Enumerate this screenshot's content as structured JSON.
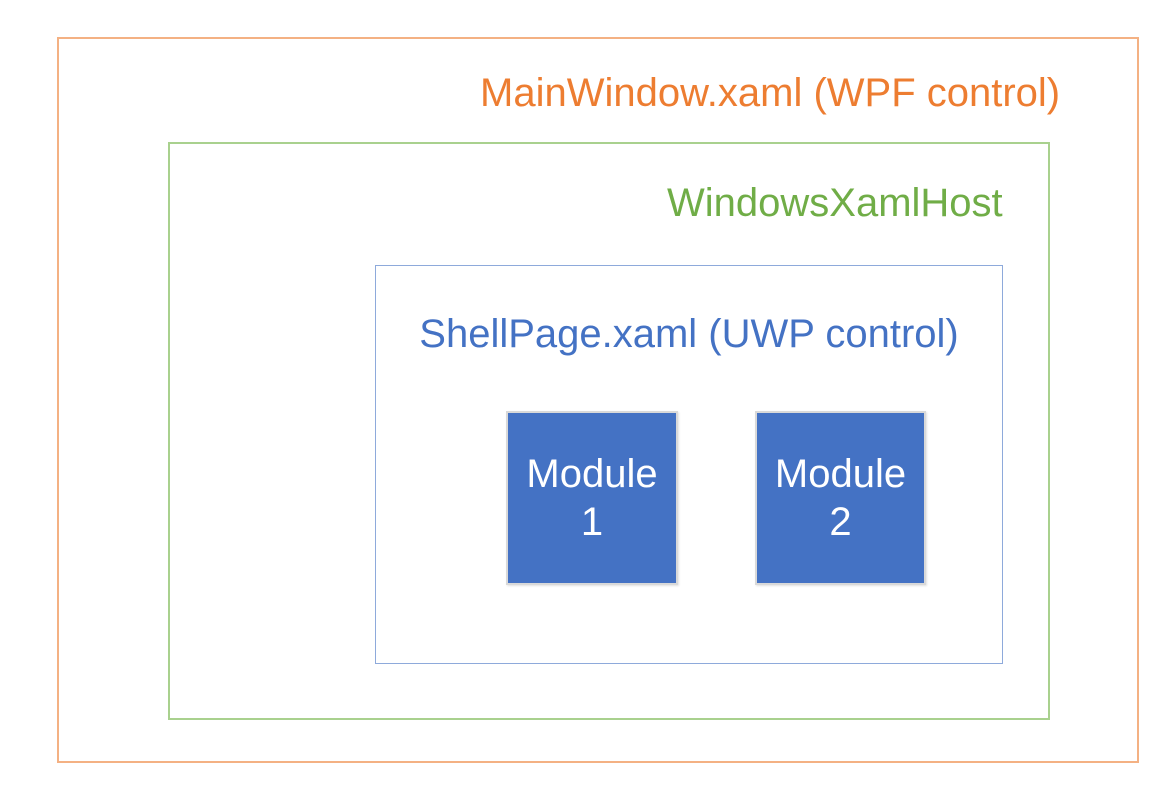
{
  "diagram": {
    "outer": {
      "label": "MainWindow.xaml (WPF control)"
    },
    "host": {
      "label": "WindowsXamlHost"
    },
    "shell": {
      "label": "ShellPage.xaml (UWP control)"
    },
    "modules": [
      {
        "lines": [
          "Module",
          "1"
        ]
      },
      {
        "lines": [
          "Module",
          "2"
        ]
      }
    ]
  },
  "colors": {
    "background": "#FFFFFF",
    "accent_orange": "#ED7D31",
    "accent_green": "#70AD47",
    "accent_blue": "#4472C4",
    "border_orange_light": "#F4B183",
    "border_green_light": "#A9D18E",
    "border_blue_light": "#8EAADB",
    "module_fill": "#4472C4",
    "module_border": "#D9D9D9",
    "module_text": "#FFFFFF"
  }
}
